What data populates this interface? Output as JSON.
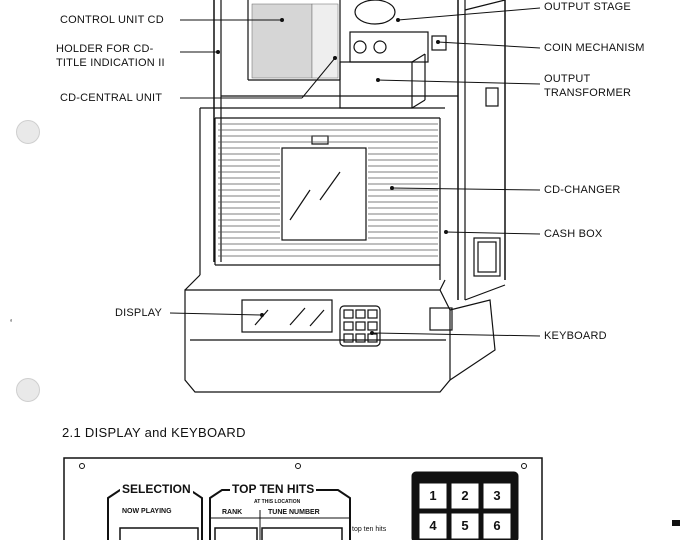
{
  "labels": {
    "control_unit_cd": "CONTROL UNIT CD",
    "holder_line1": "HOLDER FOR CD-",
    "holder_line2": "TITLE INDICATION II",
    "cd_central_unit": "CD-CENTRAL UNIT",
    "display": "DISPLAY",
    "output_stage": "OUTPUT STAGE",
    "coin_mechanism": "COIN MECHANISM",
    "output_transformer_line1": "OUTPUT",
    "output_transformer_line2": "TRANSFORMER",
    "cd_changer": "CD-CHANGER",
    "cash_box": "CASH BOX",
    "keyboard": "KEYBOARD"
  },
  "section_title": "2.1 DISPLAY and KEYBOARD",
  "panel": {
    "selection_title": "SELECTION",
    "now_playing": "NOW PLAYING",
    "top_ten_title": "TOP TEN HITS",
    "at_this_location": "AT THIS LOCATION",
    "rank": "RANK",
    "tune_number": "TUNE NUMBER",
    "side_note": "top ten hits",
    "keys": [
      "1",
      "2",
      "3",
      "4",
      "5",
      "6"
    ]
  }
}
